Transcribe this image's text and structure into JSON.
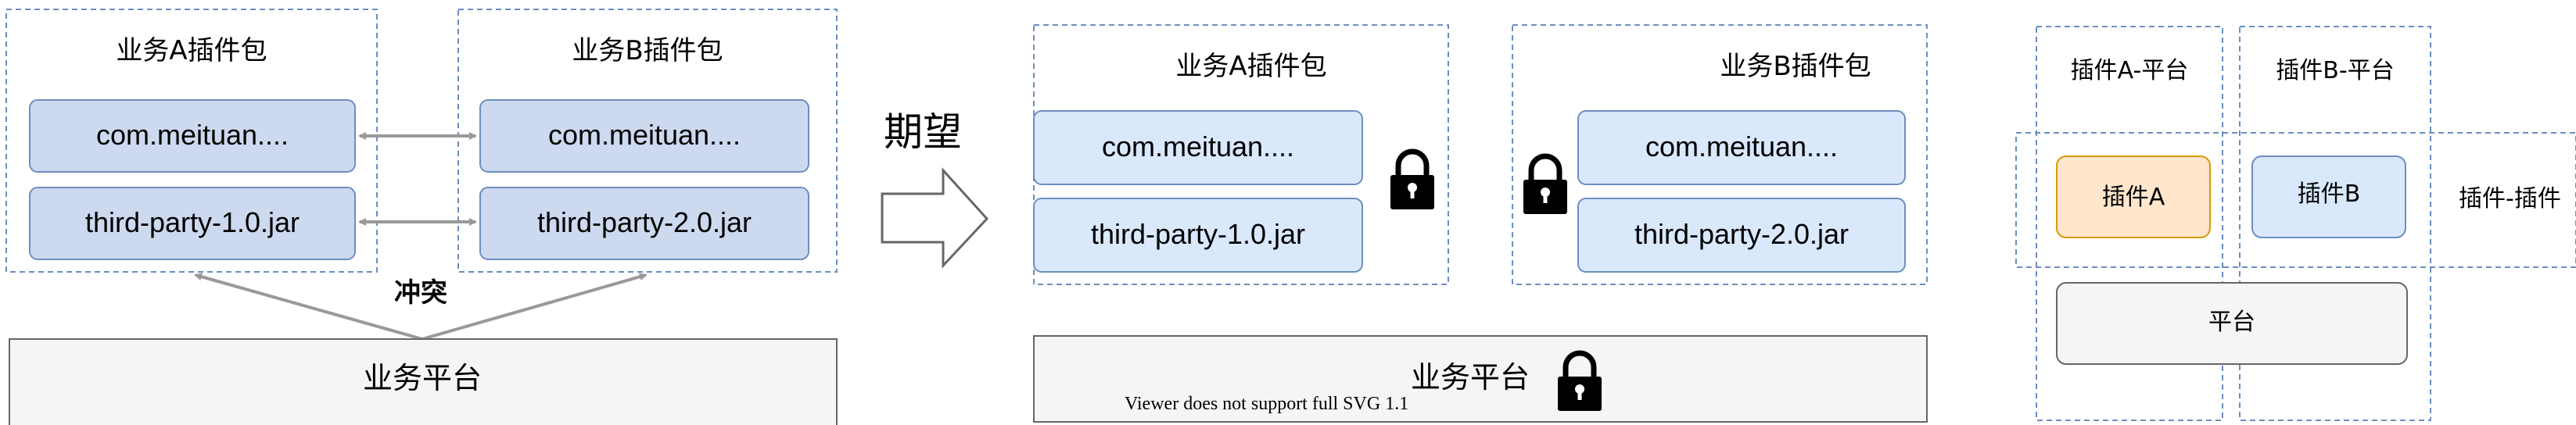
{
  "colors": {
    "dashed_border": "#6c8ebf",
    "module_fill": "#dae8fc",
    "module_fill_dark": "#cdd9ee",
    "module_stroke": "#6c8ebf",
    "platform_fill": "#f5f5f5",
    "platform_stroke": "#666666",
    "plugin_a_fill": "#ffe6cc",
    "plugin_a_stroke": "#d79b00",
    "arrow": "#999999",
    "text": "#000000"
  },
  "left": {
    "package_a_title": "业务A插件包",
    "package_b_title": "业务B插件包",
    "package_a_modules": [
      "com.meituan....",
      "third-party-1.0.jar"
    ],
    "package_b_modules": [
      "com.meituan....",
      "third-party-2.0.jar"
    ],
    "conflict_label": "冲突",
    "platform_label": "业务平台"
  },
  "middle": {
    "expect_label": "期望",
    "arrow_icon": "block-arrow-right-icon",
    "lock_icon": "padlock-icon",
    "package_a_title": "业务A插件包",
    "package_b_title": "业务B插件包",
    "package_a_modules": [
      "com.meituan....",
      "third-party-1.0.jar"
    ],
    "package_b_modules": [
      "com.meituan....",
      "third-party-2.0.jar"
    ],
    "platform_label": "业务平台",
    "viewer_note": "Viewer does not support full SVG 1.1"
  },
  "right": {
    "column_a_title": "插件A-平台",
    "column_b_title": "插件B-平台",
    "plugin_a_label": "插件A",
    "plugin_b_label": "插件B",
    "row_label": "插件-插件",
    "platform_label": "平台"
  }
}
